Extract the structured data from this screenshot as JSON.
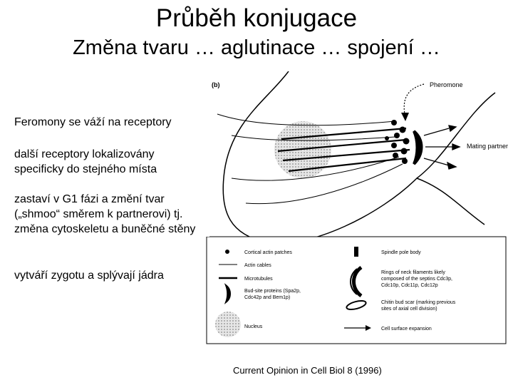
{
  "slide": {
    "title": "Průběh konjugace",
    "subtitle": "Změna tvaru … aglutinace … spojení …",
    "bullets": [
      "Feromony se váží na receptory",
      "další receptory lokalizovány specificky do stejného místa",
      "zastaví v G1 fázi a změní tvar („shmoo“ směrem k partnerovi) tj. změna cytoskeletu a buněčné stěny",
      "vytváří zygotu a splývají jádra"
    ],
    "citation": "Current Opinion in Cell Biol 8 (1996)"
  },
  "figure": {
    "panel_label": "(b)",
    "pheromone_label": "Pheromone",
    "mating_partner_label": "Mating partner",
    "legend": {
      "cortical_actin_patches": "Cortical actin patches",
      "actin_cables": "Actin cables",
      "microtubules": "Microtubules",
      "bud_site_proteins": "Bud-site proteins (Spa2p, Cdc42p and Bem1p)",
      "nucleus": "Nucleus",
      "spindle_pole_body": "Spindle pole body",
      "neck_filaments": "Rings of neck filaments likely composed of the septins Cdc3p, Cdc10p, Cdc11p, Cdc12p",
      "chitin_bud_scar": "Chitin bud scar (marking previous sites of axial cell division)",
      "cell_surface_expansion": "Cell surface expansion"
    }
  }
}
